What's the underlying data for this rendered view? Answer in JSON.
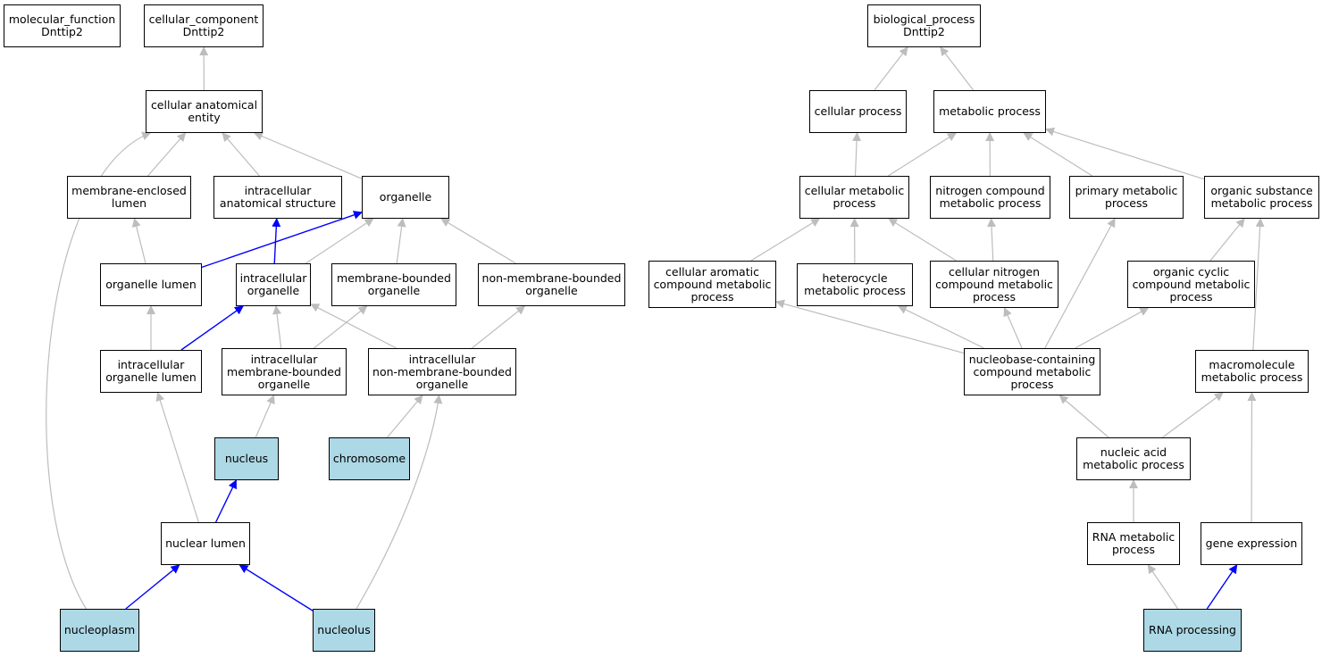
{
  "colors": {
    "highlight_fill": "#add8e6",
    "edge_gray": "#bdbdbd",
    "edge_blue": "#0000ff"
  },
  "nodes": [
    {
      "id": "molecular_function",
      "label": "molecular_function\nDnttip2",
      "highlight": false
    },
    {
      "id": "cellular_component",
      "label": "cellular_component\nDnttip2",
      "highlight": false
    },
    {
      "id": "biological_process",
      "label": "biological_process\nDnttip2",
      "highlight": false
    },
    {
      "id": "cellular_anatomical_entity",
      "label": "cellular anatomical\nentity",
      "highlight": false
    },
    {
      "id": "membrane_enclosed_lumen",
      "label": "membrane-enclosed\nlumen",
      "highlight": false
    },
    {
      "id": "intracellular_anatomical_structure",
      "label": "intracellular\nanatomical structure",
      "highlight": false
    },
    {
      "id": "organelle",
      "label": "organelle",
      "highlight": false
    },
    {
      "id": "organelle_lumen",
      "label": "organelle lumen",
      "highlight": false
    },
    {
      "id": "intracellular_organelle",
      "label": "intracellular\norganelle",
      "highlight": false
    },
    {
      "id": "membrane_bounded_organelle",
      "label": "membrane-bounded\norganelle",
      "highlight": false
    },
    {
      "id": "non_membrane_bounded_organelle",
      "label": "non-membrane-bounded\norganelle",
      "highlight": false
    },
    {
      "id": "intracellular_organelle_lumen",
      "label": "intracellular\norganelle lumen",
      "highlight": false
    },
    {
      "id": "intracellular_membrane_bounded_organelle",
      "label": "intracellular\nmembrane-bounded\norganelle",
      "highlight": false
    },
    {
      "id": "intracellular_non_membrane_bounded_organelle",
      "label": "intracellular\nnon-membrane-bounded\norganelle",
      "highlight": false
    },
    {
      "id": "nucleus",
      "label": "nucleus",
      "highlight": true
    },
    {
      "id": "chromosome",
      "label": "chromosome",
      "highlight": true
    },
    {
      "id": "nuclear_lumen",
      "label": "nuclear lumen",
      "highlight": false
    },
    {
      "id": "nucleoplasm",
      "label": "nucleoplasm",
      "highlight": true
    },
    {
      "id": "nucleolus",
      "label": "nucleolus",
      "highlight": true
    },
    {
      "id": "cellular_process",
      "label": "cellular process",
      "highlight": false
    },
    {
      "id": "metabolic_process",
      "label": "metabolic process",
      "highlight": false
    },
    {
      "id": "cellular_metabolic_process",
      "label": "cellular metabolic\nprocess",
      "highlight": false
    },
    {
      "id": "nitrogen_compound_metabolic_process",
      "label": "nitrogen compound\nmetabolic process",
      "highlight": false
    },
    {
      "id": "primary_metabolic_process",
      "label": "primary metabolic\nprocess",
      "highlight": false
    },
    {
      "id": "organic_substance_metabolic_process",
      "label": "organic substance\nmetabolic process",
      "highlight": false
    },
    {
      "id": "cellular_aromatic_compound_metabolic_process",
      "label": "cellular aromatic\ncompound metabolic\nprocess",
      "highlight": false
    },
    {
      "id": "heterocycle_metabolic_process",
      "label": "heterocycle\nmetabolic process",
      "highlight": false
    },
    {
      "id": "cellular_nitrogen_compound_metabolic_process",
      "label": "cellular nitrogen\ncompound metabolic\nprocess",
      "highlight": false
    },
    {
      "id": "organic_cyclic_compound_metabolic_process",
      "label": "organic cyclic\ncompound metabolic\nprocess",
      "highlight": false
    },
    {
      "id": "nucleobase_containing_compound_metabolic_process",
      "label": "nucleobase-containing\ncompound metabolic\nprocess",
      "highlight": false
    },
    {
      "id": "macromolecule_metabolic_process",
      "label": "macromolecule\nmetabolic process",
      "highlight": false
    },
    {
      "id": "nucleic_acid_metabolic_process",
      "label": "nucleic acid\nmetabolic process",
      "highlight": false
    },
    {
      "id": "rna_metabolic_process",
      "label": "RNA metabolic\nprocess",
      "highlight": false
    },
    {
      "id": "gene_expression",
      "label": "gene expression",
      "highlight": false
    },
    {
      "id": "rna_processing",
      "label": "RNA processing",
      "highlight": true
    }
  ],
  "edges": [
    {
      "from": "cellular_anatomical_entity",
      "to": "cellular_component",
      "color": "gray"
    },
    {
      "from": "membrane_enclosed_lumen",
      "to": "cellular_anatomical_entity",
      "color": "gray"
    },
    {
      "from": "intracellular_anatomical_structure",
      "to": "cellular_anatomical_entity",
      "color": "gray"
    },
    {
      "from": "organelle",
      "to": "cellular_anatomical_entity",
      "color": "gray"
    },
    {
      "from": "nucleoplasm",
      "to": "cellular_anatomical_entity",
      "color": "gray"
    },
    {
      "from": "organelle_lumen",
      "to": "membrane_enclosed_lumen",
      "color": "gray"
    },
    {
      "from": "organelle_lumen",
      "to": "organelle",
      "color": "blue"
    },
    {
      "from": "intracellular_organelle",
      "to": "intracellular_anatomical_structure",
      "color": "blue"
    },
    {
      "from": "intracellular_organelle",
      "to": "organelle",
      "color": "gray"
    },
    {
      "from": "membrane_bounded_organelle",
      "to": "organelle",
      "color": "gray"
    },
    {
      "from": "non_membrane_bounded_organelle",
      "to": "organelle",
      "color": "gray"
    },
    {
      "from": "intracellular_organelle_lumen",
      "to": "organelle_lumen",
      "color": "gray"
    },
    {
      "from": "intracellular_organelle_lumen",
      "to": "intracellular_organelle",
      "color": "blue"
    },
    {
      "from": "intracellular_membrane_bounded_organelle",
      "to": "intracellular_organelle",
      "color": "gray"
    },
    {
      "from": "intracellular_membrane_bounded_organelle",
      "to": "membrane_bounded_organelle",
      "color": "gray"
    },
    {
      "from": "intracellular_non_membrane_bounded_organelle",
      "to": "intracellular_organelle",
      "color": "gray"
    },
    {
      "from": "intracellular_non_membrane_bounded_organelle",
      "to": "non_membrane_bounded_organelle",
      "color": "gray"
    },
    {
      "from": "nucleus",
      "to": "intracellular_membrane_bounded_organelle",
      "color": "gray"
    },
    {
      "from": "chromosome",
      "to": "intracellular_non_membrane_bounded_organelle",
      "color": "gray"
    },
    {
      "from": "nuclear_lumen",
      "to": "intracellular_organelle_lumen",
      "color": "gray"
    },
    {
      "from": "nuclear_lumen",
      "to": "nucleus",
      "color": "blue"
    },
    {
      "from": "nucleoplasm",
      "to": "nuclear_lumen",
      "color": "blue"
    },
    {
      "from": "nucleolus",
      "to": "nuclear_lumen",
      "color": "blue"
    },
    {
      "from": "nucleolus",
      "to": "intracellular_non_membrane_bounded_organelle",
      "color": "gray"
    },
    {
      "from": "cellular_process",
      "to": "biological_process",
      "color": "gray"
    },
    {
      "from": "metabolic_process",
      "to": "biological_process",
      "color": "gray"
    },
    {
      "from": "cellular_metabolic_process",
      "to": "cellular_process",
      "color": "gray"
    },
    {
      "from": "cellular_metabolic_process",
      "to": "metabolic_process",
      "color": "gray"
    },
    {
      "from": "nitrogen_compound_metabolic_process",
      "to": "metabolic_process",
      "color": "gray"
    },
    {
      "from": "primary_metabolic_process",
      "to": "metabolic_process",
      "color": "gray"
    },
    {
      "from": "organic_substance_metabolic_process",
      "to": "metabolic_process",
      "color": "gray"
    },
    {
      "from": "cellular_aromatic_compound_metabolic_process",
      "to": "cellular_metabolic_process",
      "color": "gray"
    },
    {
      "from": "heterocycle_metabolic_process",
      "to": "cellular_metabolic_process",
      "color": "gray"
    },
    {
      "from": "cellular_nitrogen_compound_metabolic_process",
      "to": "cellular_metabolic_process",
      "color": "gray"
    },
    {
      "from": "cellular_nitrogen_compound_metabolic_process",
      "to": "nitrogen_compound_metabolic_process",
      "color": "gray"
    },
    {
      "from": "organic_cyclic_compound_metabolic_process",
      "to": "organic_substance_metabolic_process",
      "color": "gray"
    },
    {
      "from": "nucleobase_containing_compound_metabolic_process",
      "to": "cellular_aromatic_compound_metabolic_process",
      "color": "gray"
    },
    {
      "from": "nucleobase_containing_compound_metabolic_process",
      "to": "heterocycle_metabolic_process",
      "color": "gray"
    },
    {
      "from": "nucleobase_containing_compound_metabolic_process",
      "to": "cellular_nitrogen_compound_metabolic_process",
      "color": "gray"
    },
    {
      "from": "nucleobase_containing_compound_metabolic_process",
      "to": "organic_cyclic_compound_metabolic_process",
      "color": "gray"
    },
    {
      "from": "nucleobase_containing_compound_metabolic_process",
      "to": "primary_metabolic_process",
      "color": "gray"
    },
    {
      "from": "macromolecule_metabolic_process",
      "to": "organic_substance_metabolic_process",
      "color": "gray"
    },
    {
      "from": "nucleic_acid_metabolic_process",
      "to": "nucleobase_containing_compound_metabolic_process",
      "color": "gray"
    },
    {
      "from": "nucleic_acid_metabolic_process",
      "to": "macromolecule_metabolic_process",
      "color": "gray"
    },
    {
      "from": "rna_metabolic_process",
      "to": "nucleic_acid_metabolic_process",
      "color": "gray"
    },
    {
      "from": "gene_expression",
      "to": "macromolecule_metabolic_process",
      "color": "gray"
    },
    {
      "from": "rna_processing",
      "to": "rna_metabolic_process",
      "color": "gray"
    },
    {
      "from": "rna_processing",
      "to": "gene_expression",
      "color": "blue"
    }
  ]
}
